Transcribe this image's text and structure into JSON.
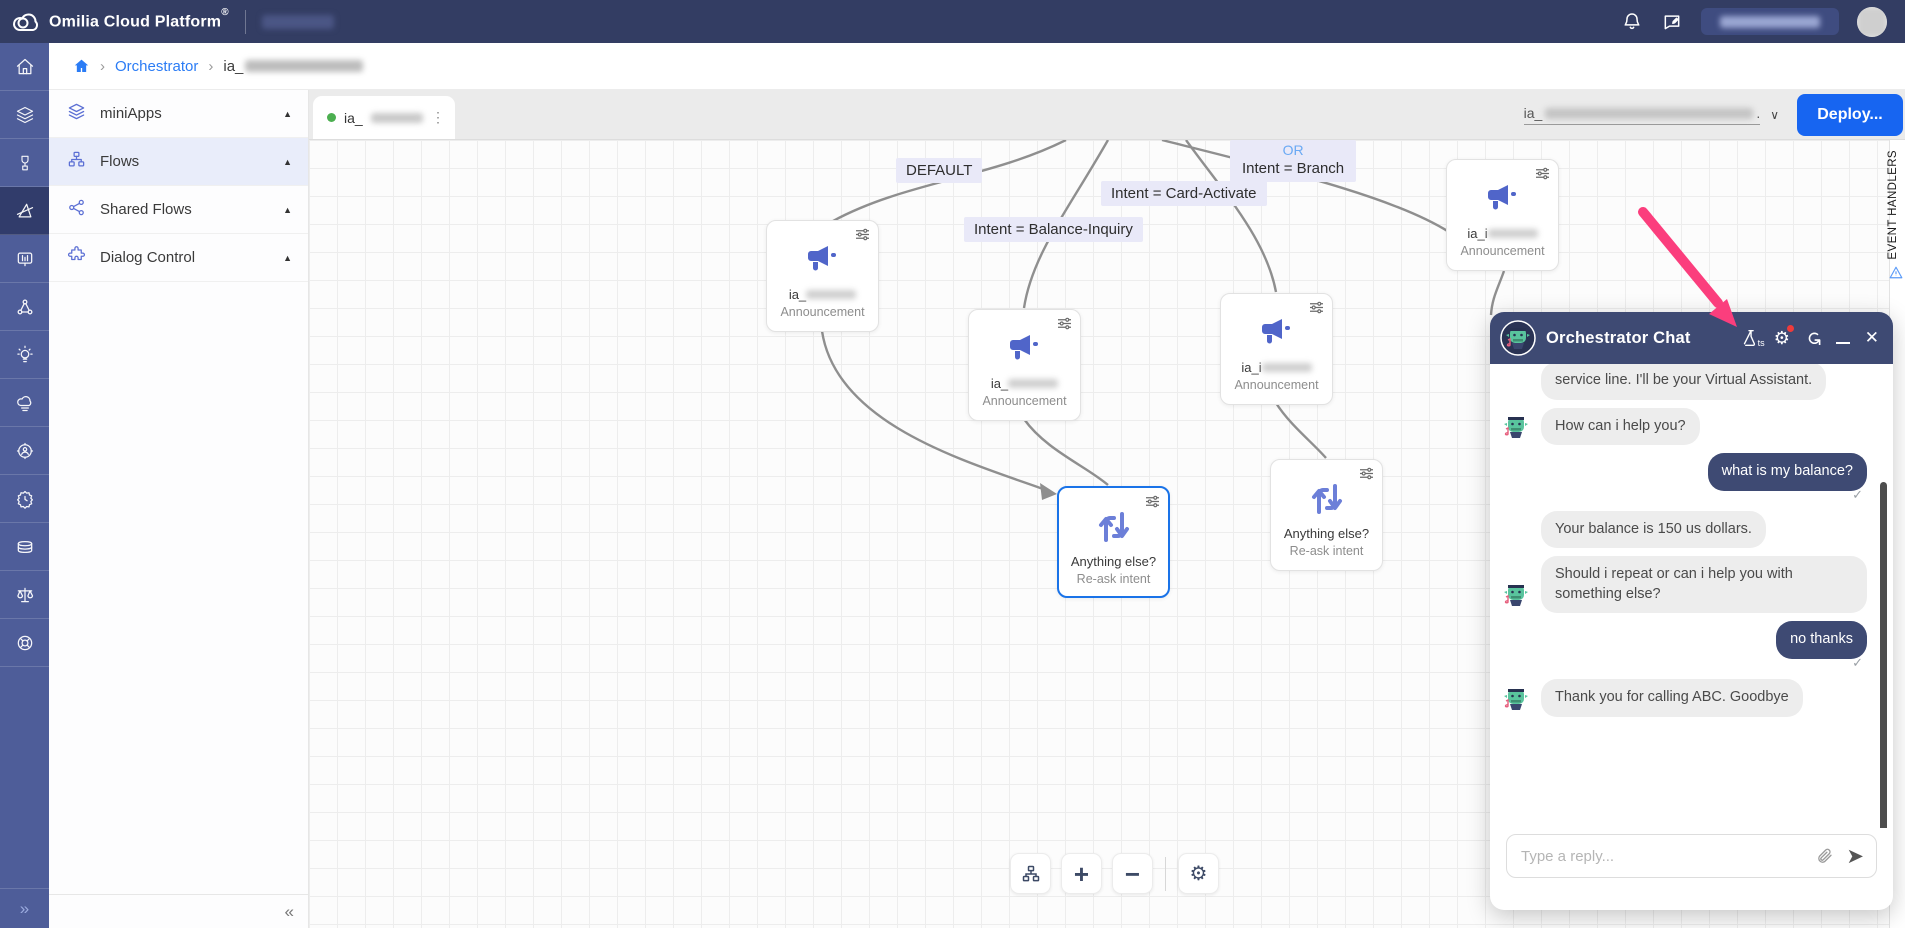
{
  "topbar": {
    "brand": "Omilia Cloud Platform",
    "registered": "®",
    "icons": [
      "bell-icon",
      "release-notes-icon"
    ],
    "org_pill_redacted": true
  },
  "breadcrumb": {
    "home_icon": "home-icon",
    "link": "Orchestrator",
    "separator": "›",
    "current_prefix": "ia_",
    "current_redacted": true
  },
  "sidebar": {
    "rail_icons": [
      "home",
      "miniapps-layers",
      "phone",
      "flows-active",
      "transcripts",
      "graph-nodes",
      "insights-bulb",
      "cloud",
      "admin-gear",
      "badge-clock",
      "stack",
      "scales",
      "help-lifebuoy"
    ],
    "expand_chevrons": "»",
    "panel": {
      "items": [
        {
          "label": "miniApps",
          "icon": "layers-icon",
          "caret": "▲",
          "active": false
        },
        {
          "label": "Flows",
          "icon": "sitemap-icon",
          "caret": "▲",
          "active": true
        },
        {
          "label": "Shared Flows",
          "icon": "share-icon",
          "caret": "▲",
          "active": false
        },
        {
          "label": "Dialog Control",
          "icon": "puzzle-icon",
          "caret": "▲",
          "active": false
        }
      ],
      "collapse_chevrons": "«"
    }
  },
  "tabbar": {
    "tab": {
      "prefix": "ia_",
      "redacted": true,
      "menu": "⋮"
    },
    "version_select": {
      "prefix": "ia_",
      "redacted": true,
      "dot": ".",
      "chevron": "∨"
    },
    "deploy_label": "Deploy..."
  },
  "canvas": {
    "edge_labels": [
      {
        "text": "DEFAULT"
      },
      {
        "text": "Intent = Card-Activate"
      },
      {
        "text": "Intent = Balance-Inquiry"
      },
      {
        "or_label": "OR",
        "text": "Intent = Branch"
      }
    ],
    "nodes": [
      {
        "type": "announcement",
        "title_prefix": "ia_",
        "redacted": true,
        "subtitle": "Announcement"
      },
      {
        "type": "announcement",
        "title_prefix": "ia_",
        "redacted": true,
        "subtitle": "Announcement"
      },
      {
        "type": "announcement",
        "title_prefix": "ia_i",
        "redacted": true,
        "subtitle": "Announcement"
      },
      {
        "type": "announcement",
        "title_prefix": "ia_i",
        "redacted": true,
        "subtitle": "Announcement"
      },
      {
        "type": "reask",
        "title": "Anything else?",
        "subtitle": "Re-ask intent",
        "selected": true
      },
      {
        "type": "reask",
        "title": "Anything else?",
        "subtitle": "Re-ask intent",
        "selected": false
      }
    ],
    "controls": {
      "plus": "+",
      "minus": "−",
      "icons": [
        "layout-icon",
        "zoom-in",
        "zoom-out",
        "settings-gear"
      ]
    },
    "event_handlers_label": "EVENT HANDLERS"
  },
  "chat": {
    "title": "Orchestrator Chat",
    "header_icons": [
      "test-flask-ts-icon",
      "settings-gear-icon",
      "refresh-icon",
      "minimize-icon",
      "close-icon"
    ],
    "gear_badge": true,
    "messages": [
      {
        "side": "bot",
        "avatar": false,
        "text": "service line. I'll be your Virtual Assistant."
      },
      {
        "side": "bot",
        "avatar": true,
        "text": "How can i help you?"
      },
      {
        "side": "user",
        "avatar": false,
        "text": "what is my balance?",
        "delivered": "✓"
      },
      {
        "side": "bot",
        "avatar": false,
        "text": "Your balance is 150 us dollars."
      },
      {
        "side": "bot",
        "avatar": true,
        "text": "Should i repeat or can i help you with something else?"
      },
      {
        "side": "user",
        "avatar": false,
        "text": "no thanks",
        "delivered": "✓"
      },
      {
        "side": "bot",
        "avatar": true,
        "text": "Thank you for calling ABC. Goodbye"
      }
    ],
    "input_placeholder": "Type a reply...",
    "send_icon": "➤"
  },
  "colors": {
    "topbar": "#333d63",
    "rail": "#4e5d99",
    "rail_active": "#313c6b",
    "accent_link": "#2b7cf5",
    "deploy": "#1765f1",
    "node_icon": "#5065c9",
    "chip_bg": "#e9e9f8",
    "or_text": "#6aa9f4",
    "chat_header": "#3e4a73",
    "user_bubble": "#3e4a73",
    "bot_bubble": "#ededed",
    "edge": "#8f8f8f",
    "selected_node": "#1a73e8",
    "annotation_arrow": "#fb3e7d",
    "tab_dot": "#4caf50"
  }
}
